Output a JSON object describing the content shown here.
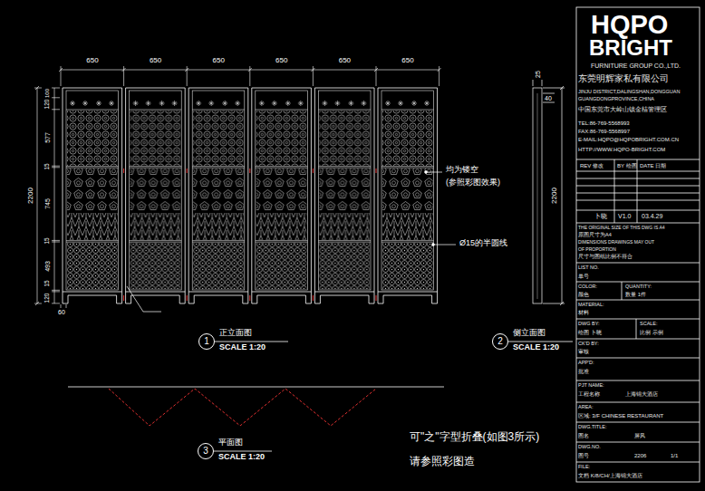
{
  "diagram": {
    "nodes": [
      {
        "text": [
          "1",
          "正立面图",
          "SCALE 1:20"
        ]
      },
      {
        "text": [
          "2",
          "侧立面图",
          "SCALE 1:20"
        ]
      },
      {
        "text": [
          "3",
          "平面图",
          "SCALE 1:20"
        ]
      }
    ],
    "labels": [
      "650",
      "650",
      "650",
      "650",
      "650",
      "650",
      "2200",
      "100",
      "120",
      "577",
      "15",
      "745",
      "15",
      "493",
      "15",
      "120",
      "60",
      "25",
      "40",
      "2200",
      "均为镂空",
      "(参照彩图效果)",
      "Ø15的半圆线",
      "可\"之\"字型折叠(如图3所示)",
      "请参照彩图造",
      "HQPO",
      "BRIGHT",
      "FURNITURE GROUP CO.,LTD.",
      "东莞明辉家私有限公司",
      "JINJU DISTRICT,DALINGSHAN,DONGGUAN",
      "GUANGDONGPROVINCE,CHINA",
      "中国东莞市大岭山镇金桔管理区",
      "TEL:86-769-5568993",
      "FAX:86-769-5568997",
      "E-MAIL:HQPO@HQPOBRIGHT.COM.CN",
      "HTTP://WWW.HQPO-BRIGHT.COM",
      "REV 修改",
      "BY 绘图",
      "DATE 日期",
      "卜晓",
      "V1.0",
      "03.4.29",
      "THE ORIGINAL SIZE OF THIS DWG IS A4",
      "原图尺寸为A4",
      "DIMENSIONS DRAWINGS MAY OUT",
      "OF PROPORTION",
      "尺寸与图纸比例不符合",
      "LIST NO.",
      "单号",
      "COLOR:",
      "QUANTITY:",
      "颜色",
      "数量 1件",
      "MATERIAL:",
      "材料",
      "DWG BY:",
      "SCALE:",
      "绘图 卜晓",
      "比例 示例",
      "CK'D BY:",
      "审核",
      "APP'D:",
      "批准",
      "PJT NAME:",
      "工程名称",
      "上海锦大酒店",
      "AREA:",
      "区域: 3/F CHINESE RESTAURANT",
      "DWG.TITLE:",
      "图名",
      "屏风",
      "DWG.NO.",
      "图号",
      "2206",
      "1/1",
      "FILE:",
      "文档 K/8/CH/上海锦大酒店"
    ]
  }
}
